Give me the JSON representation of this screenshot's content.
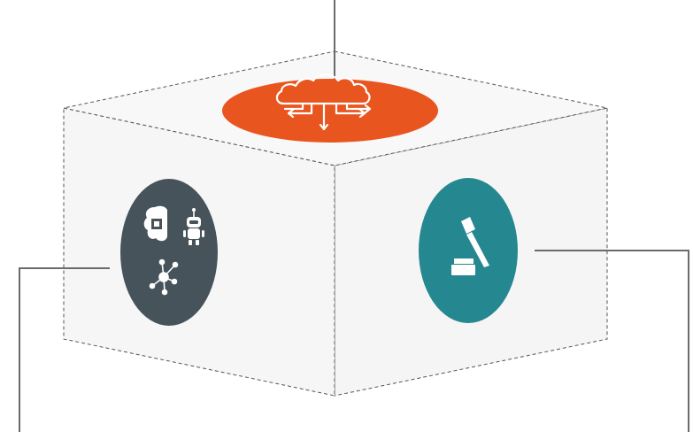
{
  "diagram": {
    "type": "isometric-cube-infographic",
    "colors": {
      "cube_face": "#f5f5f5",
      "cube_edge": "#555555",
      "connector": "#6b6b6b",
      "top_circle": "#e9551f",
      "left_circle": "#46535b",
      "right_circle": "#25878f",
      "icon": "#ffffff"
    },
    "faces": [
      {
        "id": "top",
        "circle_color": "#e9551f",
        "icons": [
          "cloud-network-icon"
        ]
      },
      {
        "id": "left",
        "circle_color": "#46535b",
        "icons": [
          "brain-chip-icon",
          "robot-icon",
          "network-nodes-icon"
        ]
      },
      {
        "id": "right",
        "circle_color": "#25878f",
        "icons": [
          "gavel-icon"
        ]
      }
    ],
    "connectors": [
      {
        "from": "top",
        "direction": "up"
      },
      {
        "from": "left",
        "direction": "left-then-down"
      },
      {
        "from": "right",
        "direction": "right-then-down"
      }
    ]
  }
}
